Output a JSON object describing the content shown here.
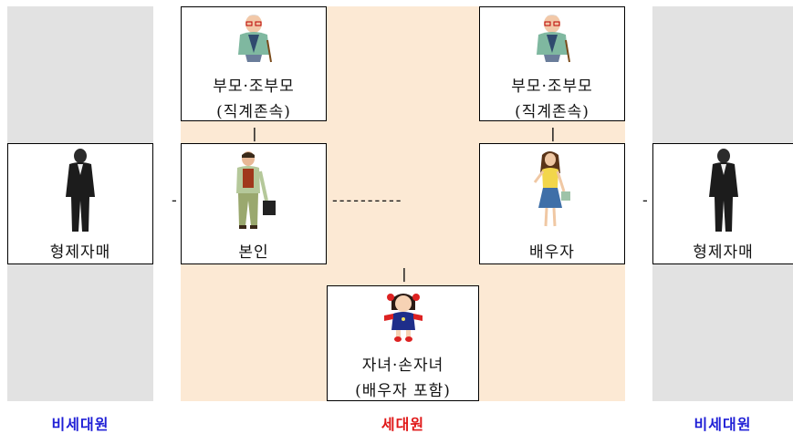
{
  "colors": {
    "household_bg": "#fce9d4",
    "non_household_bg": "#e2e2e2",
    "non_household_caption": "#1f1fd6",
    "household_caption": "#e01818"
  },
  "boxes": {
    "parents_left": {
      "line1": "부모·조부모",
      "line2": "(직계존속)"
    },
    "parents_right": {
      "line1": "부모·조부모",
      "line2": "(직계존속)"
    },
    "sibling_left": {
      "label": "형제자매"
    },
    "self": {
      "label": "본인"
    },
    "spouse": {
      "label": "배우자"
    },
    "sibling_right": {
      "label": "형제자매"
    },
    "children": {
      "line1": "자녀·손자녀",
      "line2": "(배우자 포함)"
    }
  },
  "connectors": {
    "vertical": "ㅣ",
    "short_dash": "-",
    "long_dash": "----------"
  },
  "captions": {
    "left": "비세대원",
    "center": "세대원",
    "right": "비세대원"
  },
  "icons": {
    "parents": "grandparent-icon",
    "self": "man-with-bag-icon",
    "spouse": "woman-icon",
    "sibling": "man-in-suit-icon",
    "children": "girl-icon"
  }
}
